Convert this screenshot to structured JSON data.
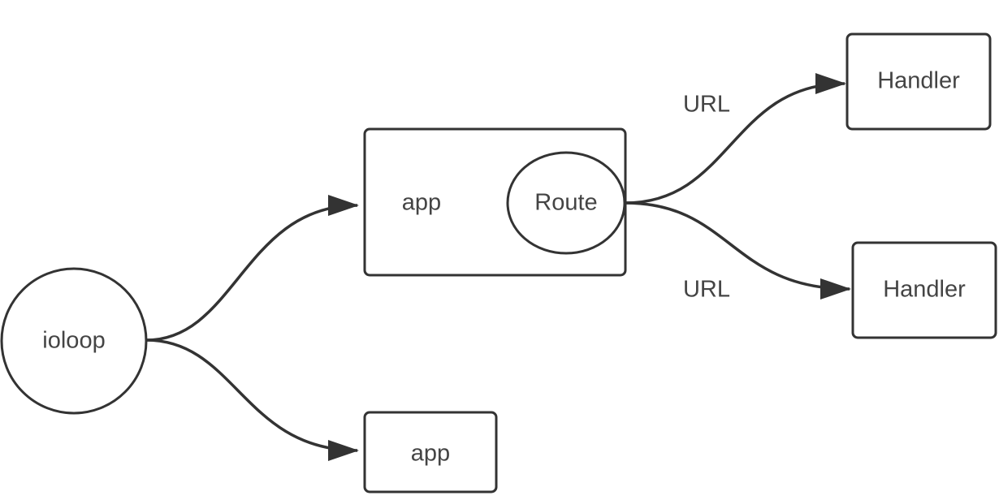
{
  "nodes": {
    "ioloop": "ioloop",
    "app_main": "app",
    "route": "Route",
    "app_secondary": "app",
    "handler_top": "Handler",
    "handler_bottom": "Handler"
  },
  "edge_labels": {
    "url_top": "URL",
    "url_bottom": "URL"
  },
  "colors": {
    "stroke": "#333333",
    "text": "#444444",
    "background": "#ffffff"
  }
}
